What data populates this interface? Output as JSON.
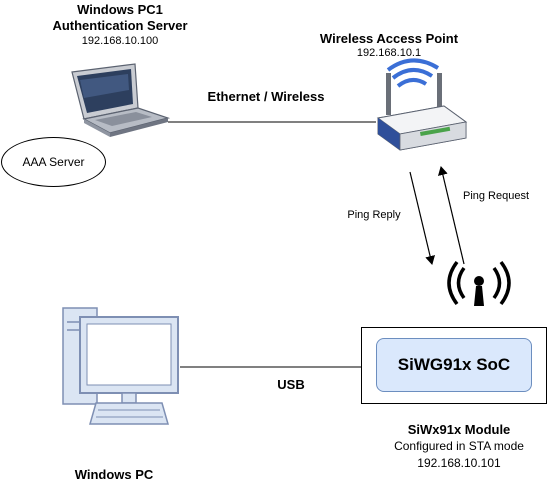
{
  "pc1": {
    "name": "Windows PC1",
    "role": "Authentication Server",
    "ip": "192.168.10.100"
  },
  "ap": {
    "name": "Wireless Access Point",
    "ip": "192.168.10.1"
  },
  "link_label": "Ethernet / Wireless",
  "aaa_label": "AAA Server",
  "ping_reply": "Ping Reply",
  "ping_request": "Ping Request",
  "soc_label": "SiWG91x SoC",
  "module": {
    "name": "SiWx91x Module",
    "mode": "Configured in STA mode",
    "ip": "192.168.10.101"
  },
  "usb_label": "USB",
  "host_pc_label": "Windows PC"
}
